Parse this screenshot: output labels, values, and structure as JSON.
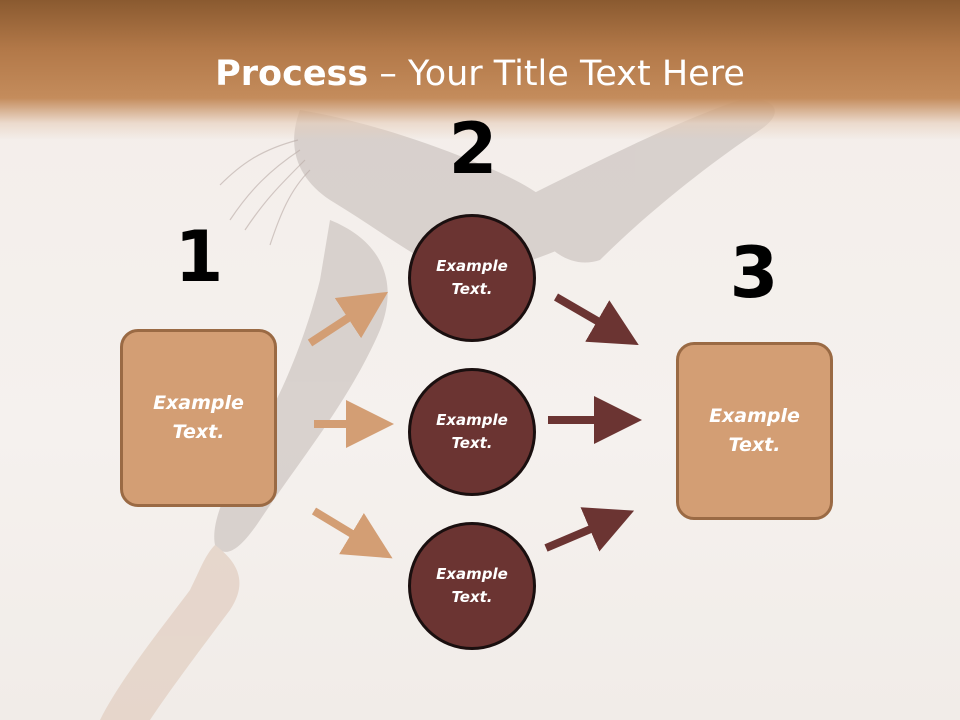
{
  "title": {
    "bold": "Process",
    "rest": " – Your Title Text Here"
  },
  "steps": {
    "one": "1",
    "two": "2",
    "three": "3"
  },
  "left_box": {
    "text": "Example\nText."
  },
  "right_box": {
    "text": "Example\nText."
  },
  "circles": [
    {
      "text": "Example\nText."
    },
    {
      "text": "Example\nText."
    },
    {
      "text": "Example\nText."
    }
  ],
  "colors": {
    "box_fill": "#d39e74",
    "box_border": "#9a6a44",
    "circle_fill": "#6b3432",
    "arrow_light": "#d39e74",
    "arrow_dark": "#6b3432",
    "title_band": "#b27848"
  }
}
